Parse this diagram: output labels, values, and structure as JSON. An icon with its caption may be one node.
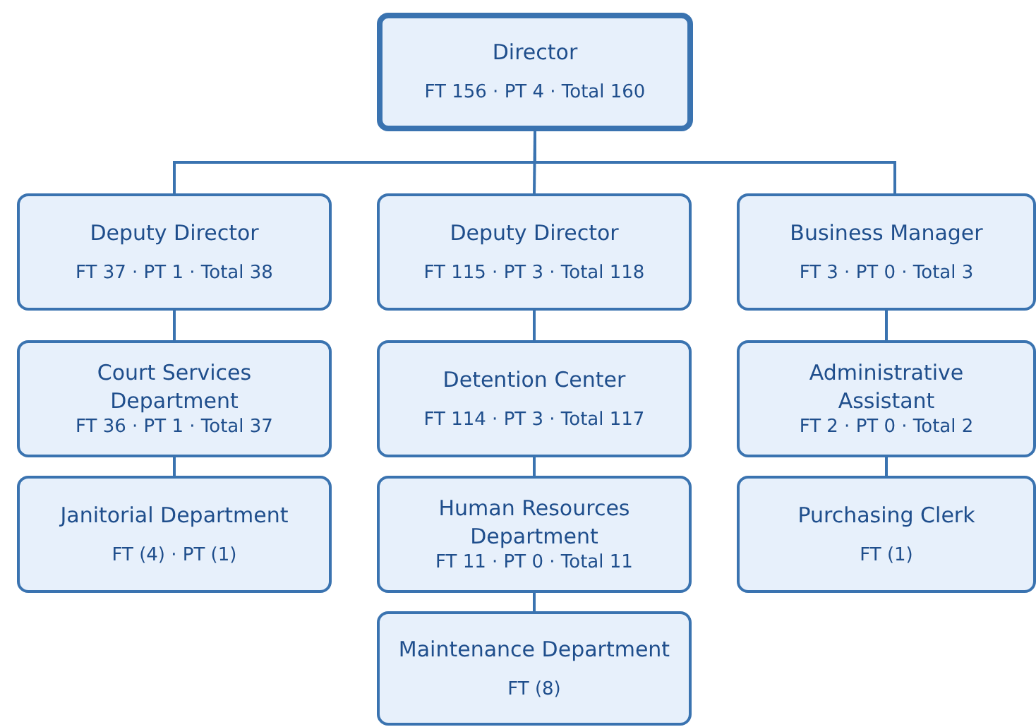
{
  "diagram": {
    "nodes": [
      {
        "text": [
          "Director",
          "FT 156 · PT 4 · Total 160"
        ]
      },
      {
        "text": [
          "Deputy Director",
          "FT 37 · PT 1 · Total 38"
        ]
      },
      {
        "text": [
          "Deputy Director",
          "FT 115 · PT 3 · Total 118"
        ]
      },
      {
        "text": [
          "Business Manager",
          "FT 3 · PT 0 · Total 3"
        ]
      },
      {
        "text": [
          "Court Services Department",
          "FT 36 · PT 1 · Total 37"
        ]
      },
      {
        "text": [
          "Detention Center",
          "FT 114 · PT 3 · Total 117"
        ]
      },
      {
        "text": [
          "Administrative Assistant",
          "FT 2 · PT 0 · Total 2"
        ]
      },
      {
        "text": [
          "Janitorial Department",
          "FT (4) · PT (1)"
        ]
      },
      {
        "text": [
          "Human Resources Department",
          "FT 11 · PT 0 · Total 11"
        ]
      },
      {
        "text": [
          "Purchasing Clerk",
          "FT (1)"
        ]
      },
      {
        "text": [
          "Maintenance Department",
          "FT (8)"
        ]
      }
    ],
    "edges": [
      {
        "from": 0,
        "to": 1,
        "arrow": "none"
      },
      {
        "from": 0,
        "to": 2,
        "arrow": "none"
      },
      {
        "from": 0,
        "to": 3,
        "arrow": "none"
      },
      {
        "from": 1,
        "to": 4,
        "arrow": "none"
      },
      {
        "from": 4,
        "to": 7,
        "arrow": "none"
      },
      {
        "from": 2,
        "to": 5,
        "arrow": "none"
      },
      {
        "from": 5,
        "to": 8,
        "arrow": "none"
      },
      {
        "from": 8,
        "to": 10,
        "arrow": "none"
      },
      {
        "from": 3,
        "to": 6,
        "arrow": "none"
      },
      {
        "from": 6,
        "to": 9,
        "arrow": "none"
      }
    ]
  }
}
